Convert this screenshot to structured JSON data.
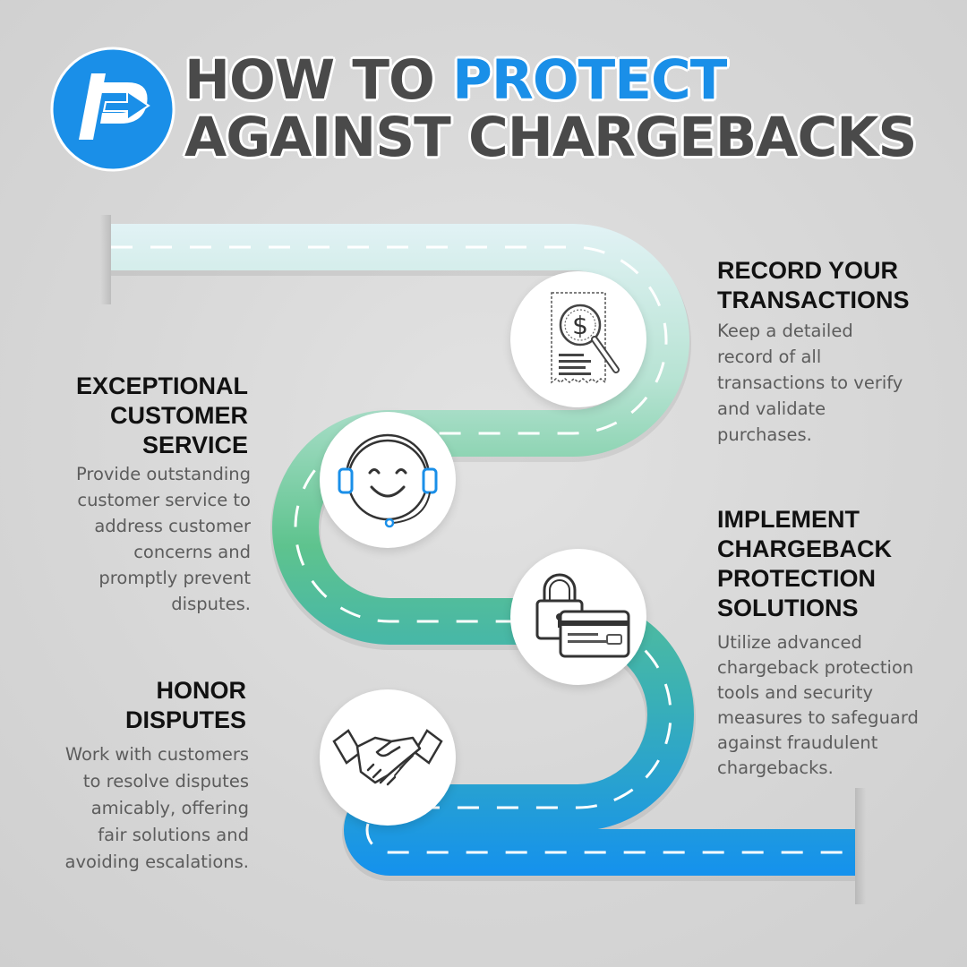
{
  "logo": {
    "icon": "logo-p-arrow-icon",
    "color": "#1a8fe8"
  },
  "header": {
    "line1_prefix": "HOW TO ",
    "line1_accent": "PROTECT",
    "line2": "AGAINST CHARGEBACKS",
    "accent_color": "#1a8fe8"
  },
  "steps": [
    {
      "title_lines": [
        "RECORD YOUR",
        "TRANSACTIONS"
      ],
      "description": [
        "Keep a detailed",
        "record of all",
        "transactions to verify",
        "and validate",
        "purchases."
      ],
      "icon": "receipt-magnifier-icon"
    },
    {
      "title_lines": [
        "EXCEPTIONAL",
        "CUSTOMER",
        "SERVICE"
      ],
      "description": [
        "Provide outstanding",
        "customer service to",
        "address customer",
        "concerns and",
        "promptly prevent",
        "disputes."
      ],
      "icon": "headset-smiley-icon"
    },
    {
      "title_lines": [
        "IMPLEMENT",
        "CHARGEBACK",
        "PROTECTION",
        "SOLUTIONS"
      ],
      "description": [
        "Utilize advanced",
        "chargeback protection",
        "tools and security",
        "measures to safeguard",
        "against fraudulent",
        "chargebacks."
      ],
      "icon": "padlock-card-icon"
    },
    {
      "title_lines": [
        "HONOR",
        "DISPUTES"
      ],
      "description": [
        "Work with customers",
        "to resolve disputes",
        "amicably, offering",
        "fair solutions and",
        "avoiding escalations."
      ],
      "icon": "handshake-icon"
    }
  ],
  "road": {
    "color_start": "#e4f3f7",
    "color_mid": "#56c28e",
    "color_end": "#1491ee",
    "dash_color": "#ffffff"
  }
}
